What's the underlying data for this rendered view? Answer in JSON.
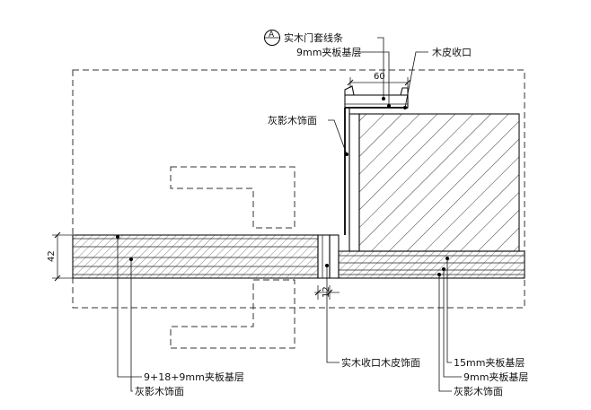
{
  "annotations": {
    "door_casing": "实木门套线条",
    "door_casing_base": "9mm夹板基层",
    "veneer_edge": "木皮收口",
    "grey_shadow_face_upper": "灰影木饰面",
    "wall_base_layers": "9+18+9mm夹板基层",
    "grey_shadow_face_left": "灰影木饰面",
    "solid_wood_edge": "实木收口木皮饰面",
    "base_15mm": "15mm夹板基层",
    "base_9mm": "9mm夹板基层",
    "grey_shadow_face_right": "灰影木饰面"
  },
  "section_symbol": "A",
  "dimensions": {
    "casing_width": "60",
    "wall_thickness": "42",
    "edge_width": "12"
  }
}
